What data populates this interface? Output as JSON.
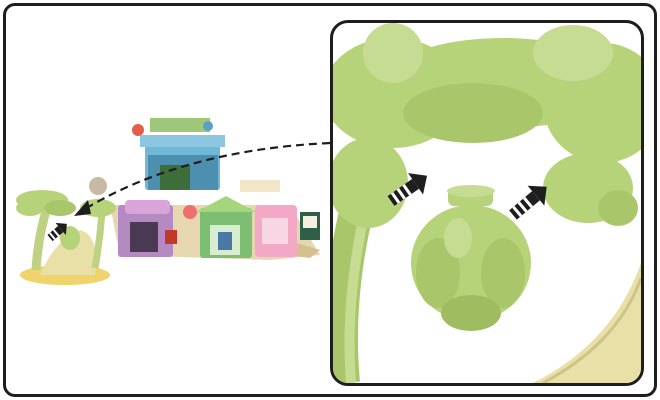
{
  "figure": {
    "kind": "assembly-instruction",
    "overview": "playset-with-palm-tree",
    "detail": "fruit-cluster-snapping-into-palm-tree",
    "callout_style": "dashed-curved-arrow",
    "insertion_arrows": 3
  },
  "colors": {
    "frame": "#1e1e1e",
    "palm_green": "#b7d37a",
    "palm_shadow": "#8fae55",
    "trunk_cream": "#e9e0a8",
    "base_yellow": "#f0d36a",
    "building_blue": "#6fb8d6",
    "building_purple": "#b58ac2",
    "pink": "#f3a9c6",
    "house_green": "#7cbf73",
    "sand": "#e7d7b0"
  },
  "icons": [
    "insertion-arrow-icon",
    "callout-arrow-icon"
  ]
}
